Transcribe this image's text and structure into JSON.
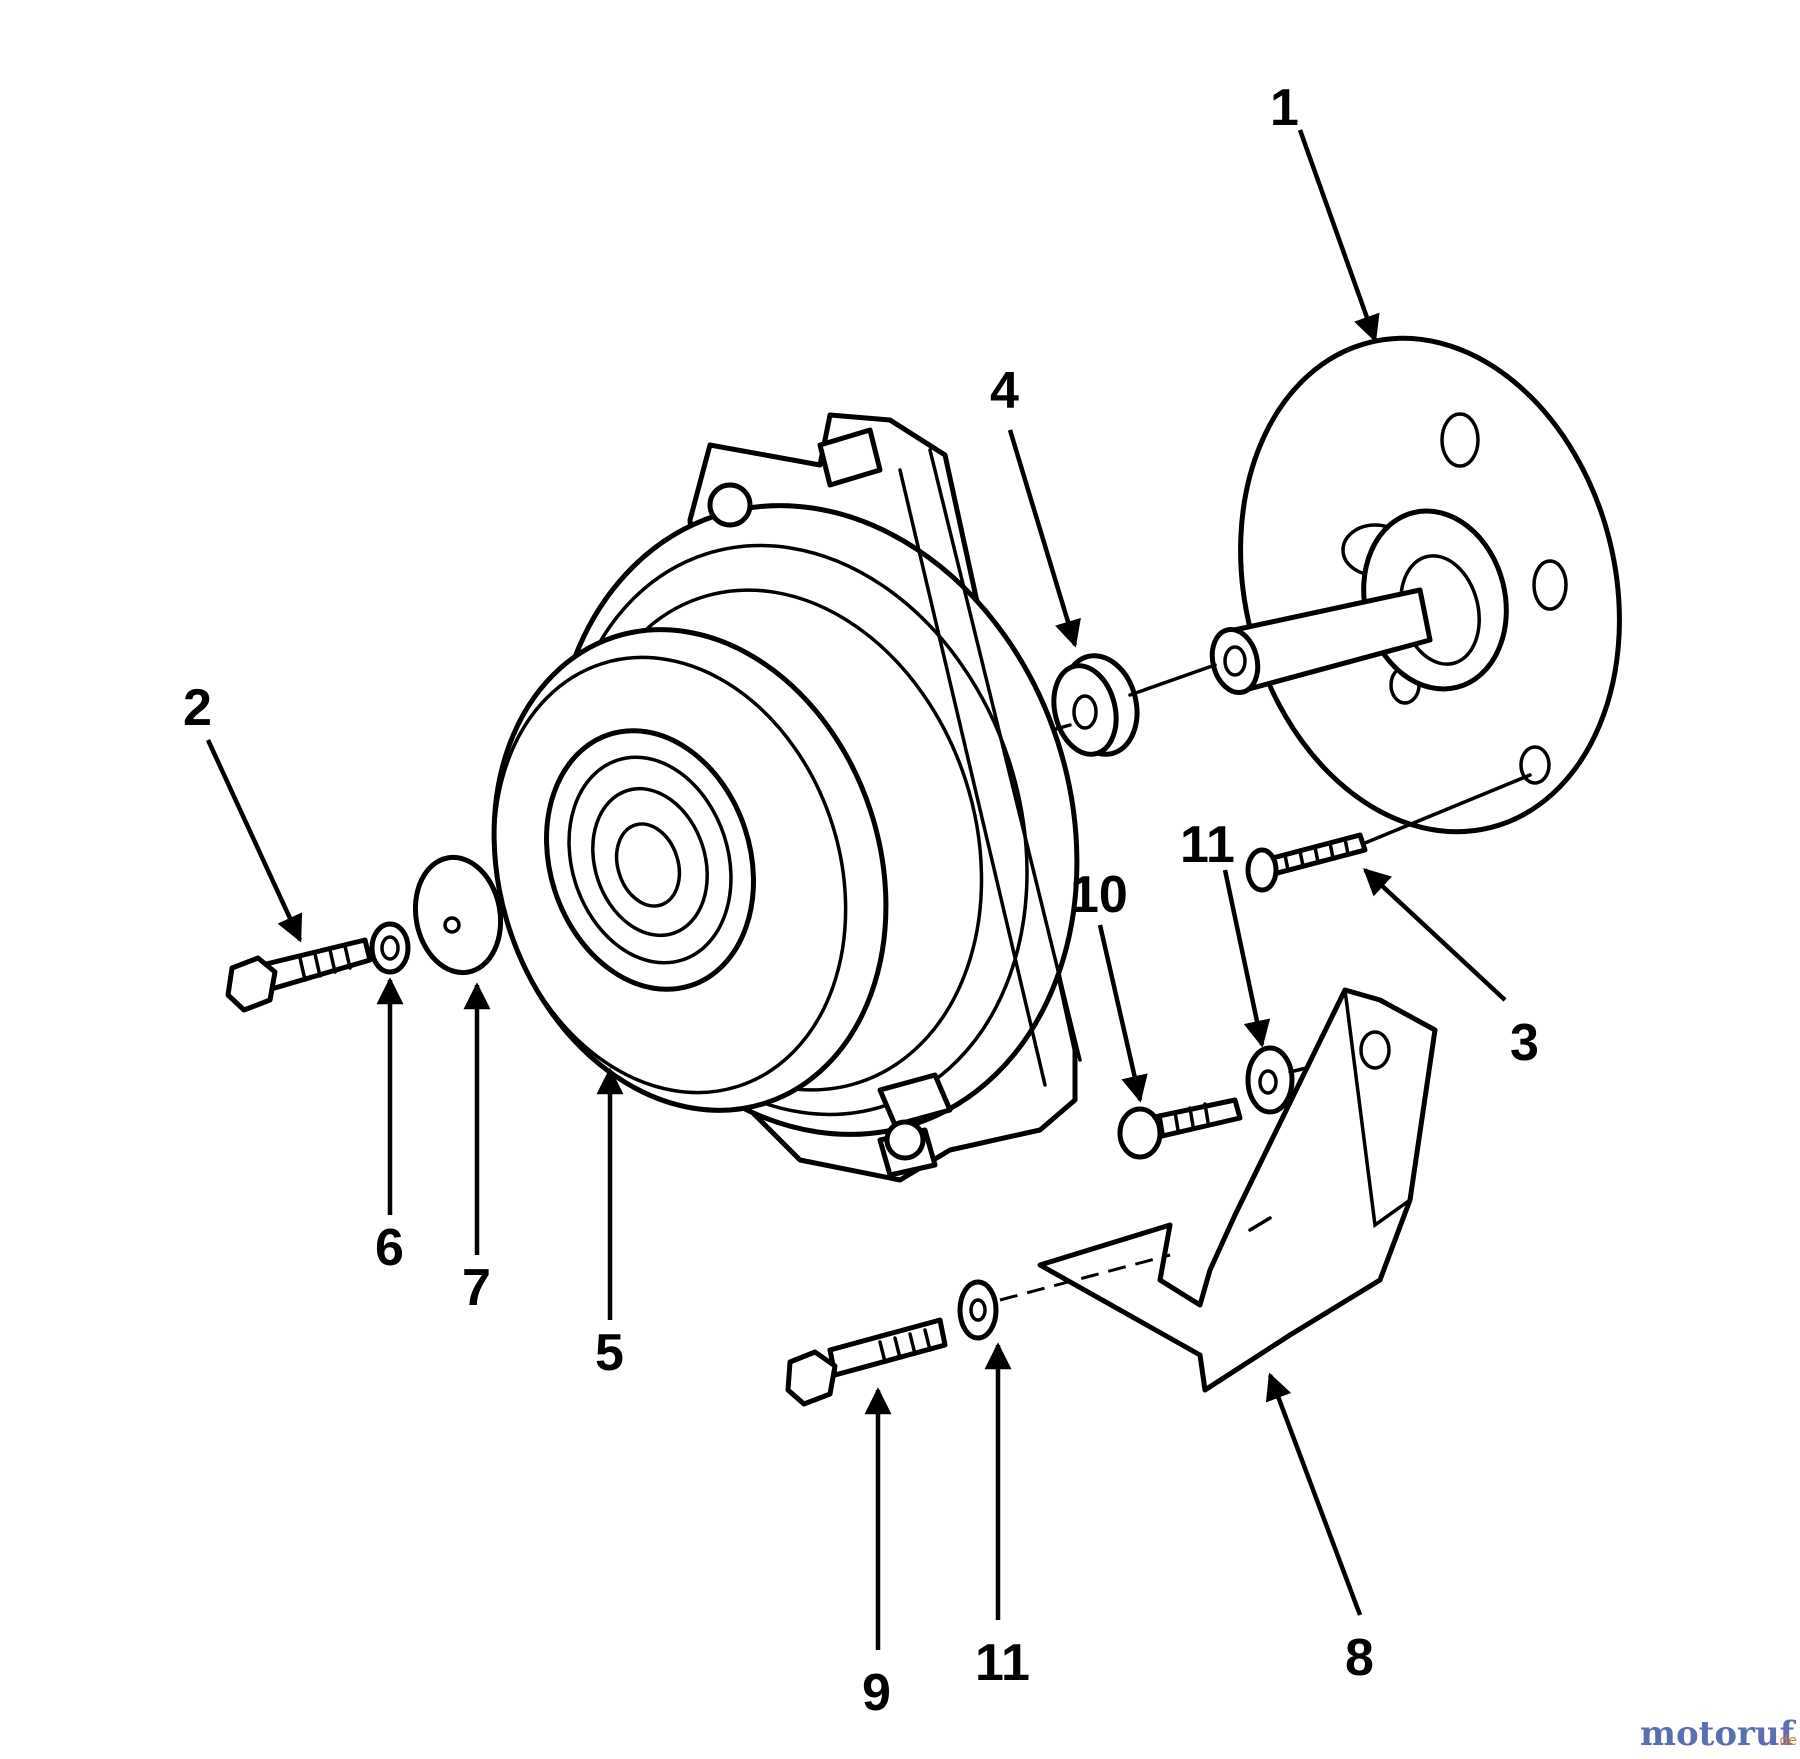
{
  "callouts": [
    {
      "id": "1",
      "label": "1"
    },
    {
      "id": "2",
      "label": "2"
    },
    {
      "id": "3",
      "label": "3"
    },
    {
      "id": "4",
      "label": "4"
    },
    {
      "id": "5",
      "label": "5"
    },
    {
      "id": "6",
      "label": "6"
    },
    {
      "id": "7",
      "label": "7"
    },
    {
      "id": "8",
      "label": "8"
    },
    {
      "id": "9",
      "label": "9"
    },
    {
      "id": "10",
      "label": "10"
    },
    {
      "id": "11a",
      "label": "11"
    },
    {
      "id": "11b",
      "label": "11"
    }
  ],
  "watermark": {
    "main": "motoruf",
    "suffix": ".de",
    "color_main": "#5a6fb0",
    "color_accent": "#e07b2a"
  },
  "colors": {
    "line": "#000000",
    "background": "#ffffff"
  }
}
